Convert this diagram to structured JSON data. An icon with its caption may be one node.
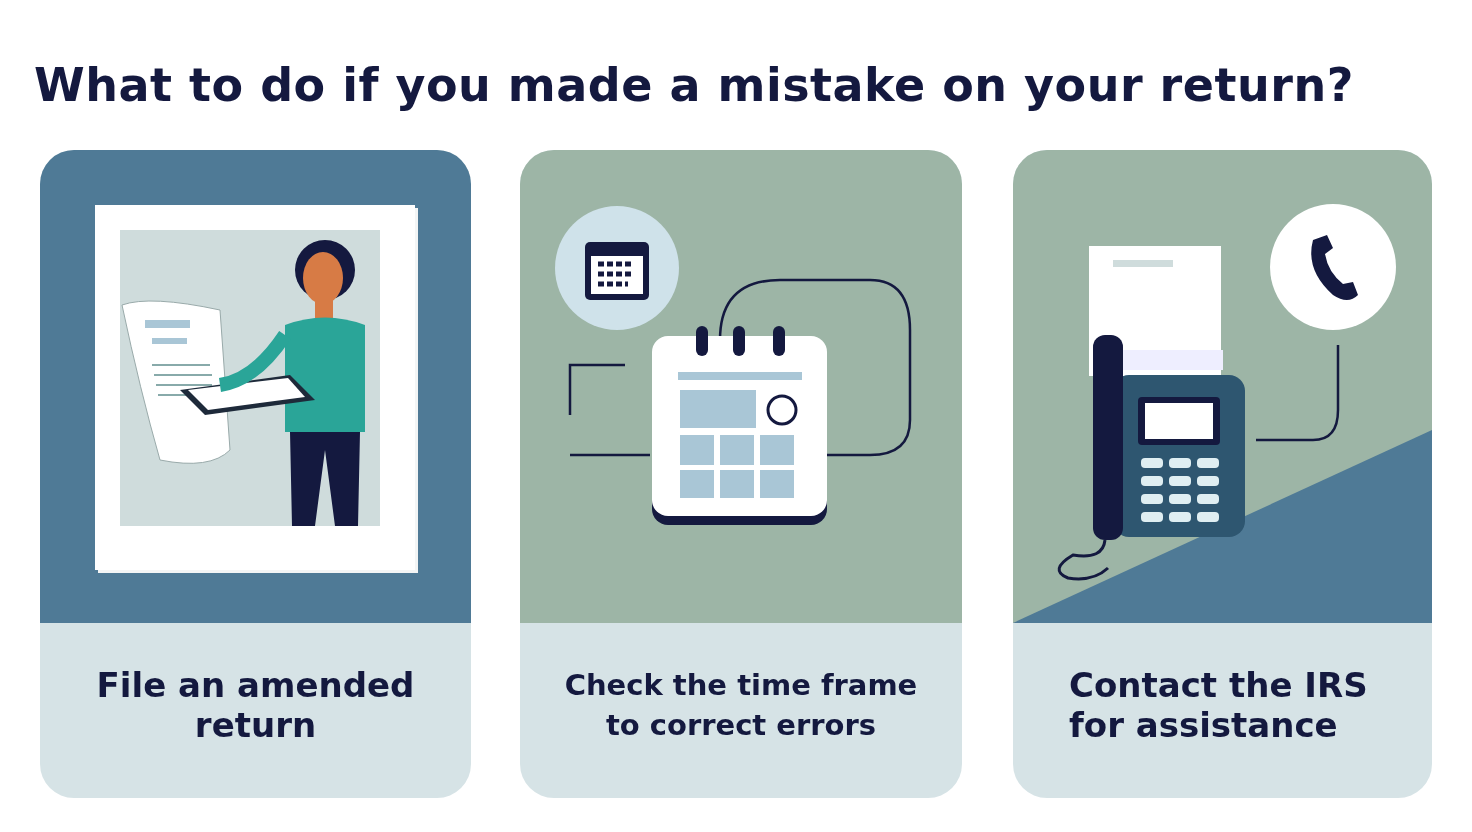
{
  "diagram": {
    "title": "What to do if you made a mistake on your return?",
    "nodes": [
      {
        "text": [
          "File an amended return"
        ]
      },
      {
        "text": [
          "Check the time frame to correct errors"
        ]
      },
      {
        "text": [
          "Contact the IRS for assistance"
        ]
      }
    ],
    "edges": []
  }
}
